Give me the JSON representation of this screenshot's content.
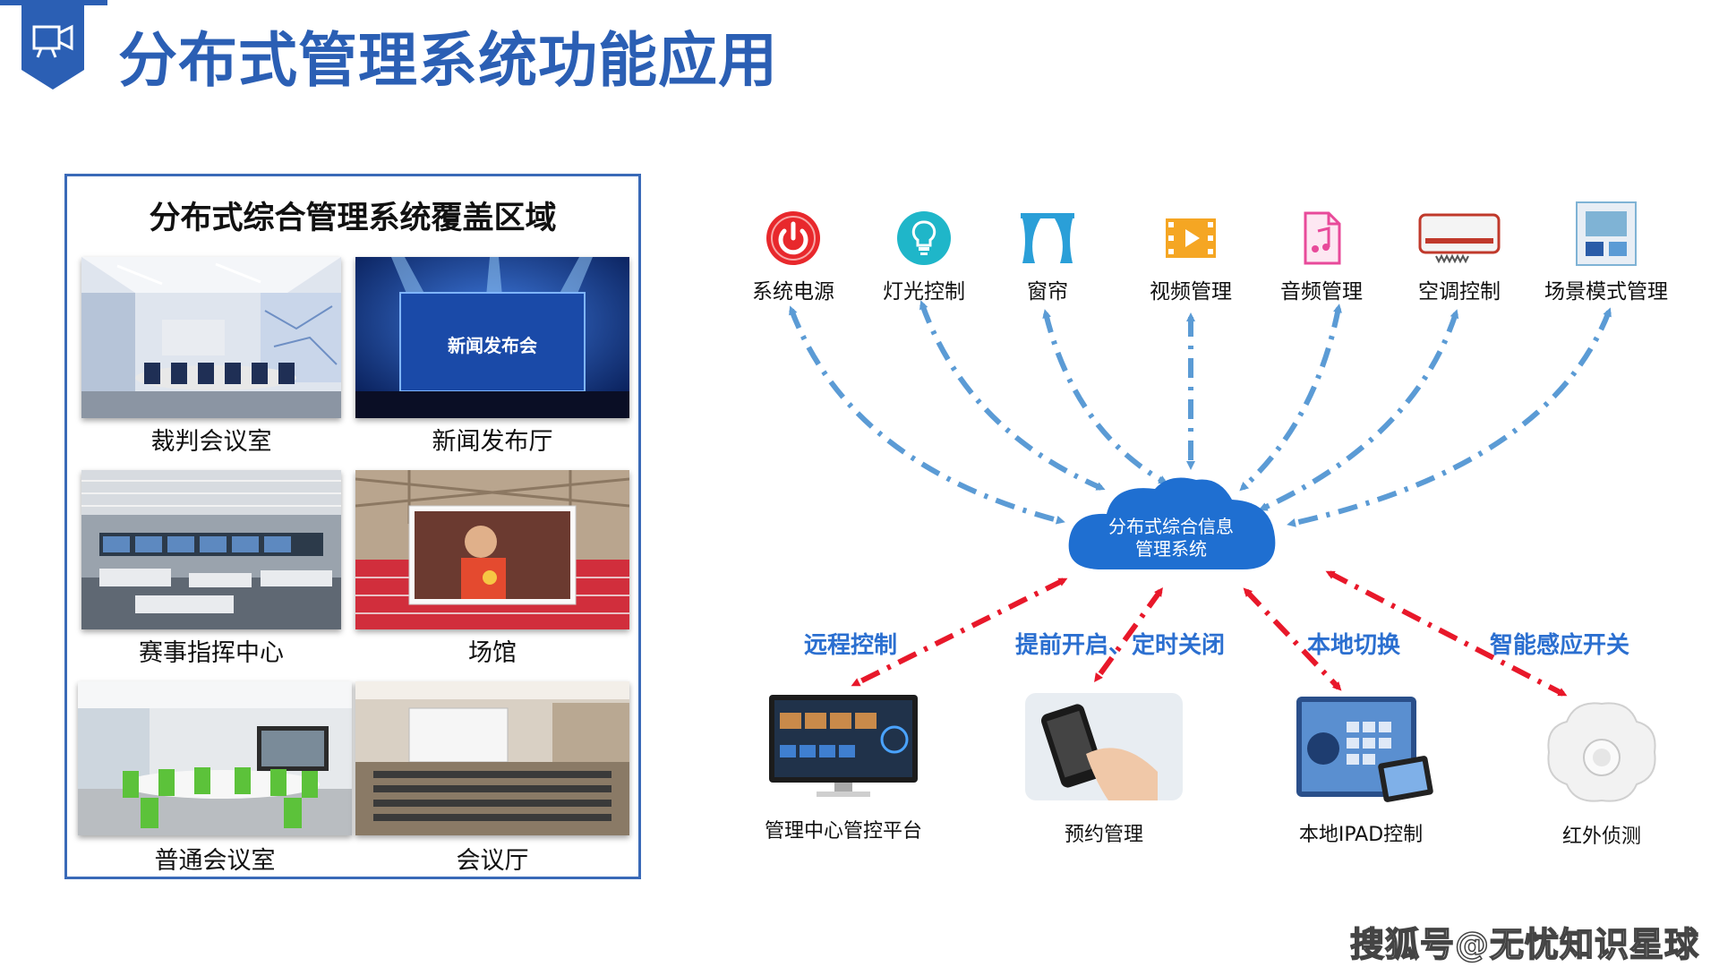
{
  "title": "分布式管理系统功能应用",
  "coverage": {
    "title": "分布式综合管理系统覆盖区域",
    "rooms": [
      {
        "label": "裁判会议室"
      },
      {
        "label": "新闻发布厅",
        "screen_text": "新闻发布会"
      },
      {
        "label": "赛事指挥中心"
      },
      {
        "label": "场馆"
      },
      {
        "label": "普通会议室"
      },
      {
        "label": "会议厅"
      }
    ]
  },
  "cloud": {
    "label": "分布式综合信息管理系统"
  },
  "functions": [
    {
      "label": "系统电源",
      "icon": "power-icon",
      "color": "#e8282c"
    },
    {
      "label": "灯光控制",
      "icon": "bulb-icon",
      "color": "#1fb6c9"
    },
    {
      "label": "窗帘",
      "icon": "curtain-icon",
      "color": "#2a9fd8"
    },
    {
      "label": "视频管理",
      "icon": "film-icon",
      "color": "#f5a623"
    },
    {
      "label": "音频管理",
      "icon": "music-file-icon",
      "color": "#e84a9a"
    },
    {
      "label": "空调控制",
      "icon": "air-conditioner-icon",
      "color": "#c0392b"
    },
    {
      "label": "场景模式管理",
      "icon": "scene-icon",
      "color": "#7fb3d5"
    }
  ],
  "controls": [
    {
      "label": "远程控制"
    },
    {
      "label": "提前开启、定时关闭"
    },
    {
      "label": "本地切换"
    },
    {
      "label": "智能感应开关"
    }
  ],
  "devices": [
    {
      "label": "管理中心管控平台",
      "icon": "monitor-icon"
    },
    {
      "label": "预约管理",
      "icon": "smartphone-icon"
    },
    {
      "label": "本地IPAD控制",
      "icon": "tablet-icon"
    },
    {
      "label": "红外侦测",
      "icon": "infrared-sensor-icon"
    }
  ],
  "colors": {
    "title_blue": "#2b5fb4",
    "arrow_blue": "#5b9bd5",
    "arrow_red": "#e8182a",
    "cloud_blue": "#1f6fd1"
  },
  "watermark": "搜狐号@无忧知识星球"
}
